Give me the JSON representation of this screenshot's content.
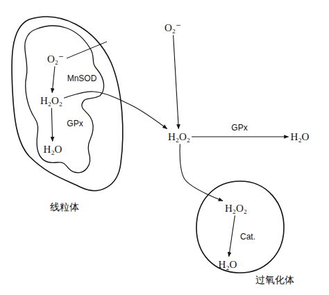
{
  "diagram": {
    "nodes": [
      {
        "text": [
          "线粒体"
        ]
      },
      {
        "text": [
          "O₂⁻"
        ],
        "in": 0
      },
      {
        "text": [
          "H₂O₂"
        ],
        "in": 0
      },
      {
        "text": [
          "H₂O"
        ],
        "in": 0
      },
      {
        "text": [
          "O₂⁻"
        ]
      },
      {
        "text": [
          "H₂O₂"
        ]
      },
      {
        "text": [
          "H₂O"
        ]
      },
      {
        "text": [
          "过氧化体"
        ]
      },
      {
        "text": [
          "H₂O₂"
        ],
        "in": 7
      },
      {
        "text": [
          "H₂O"
        ],
        "in": 7
      }
    ],
    "edges": [
      {
        "from": 1,
        "to": 2,
        "arrow": "to",
        "label": "MnSOD"
      },
      {
        "from": 2,
        "to": 3,
        "arrow": "to",
        "label": "GPx"
      },
      {
        "from": 2,
        "to": 5,
        "arrow": "to"
      },
      {
        "from": 4,
        "to": 5,
        "arrow": "to"
      },
      {
        "from": 5,
        "to": 6,
        "arrow": "to",
        "label": "GPx"
      },
      {
        "from": 5,
        "to": 8,
        "arrow": "to"
      },
      {
        "from": 8,
        "to": 9,
        "arrow": "to",
        "label": "Cat."
      }
    ]
  }
}
